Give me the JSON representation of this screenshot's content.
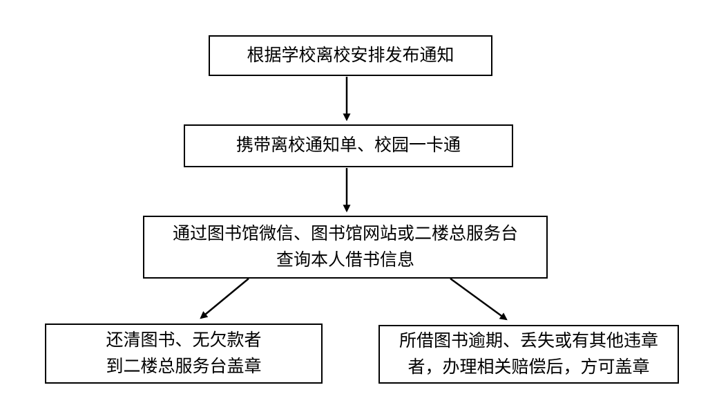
{
  "diagram": {
    "type": "flowchart",
    "background_color": "#ffffff",
    "line_color": "#000000",
    "box_border_color": "#000000",
    "text_color": "#000000",
    "nodes": [
      {
        "id": "publish-notice",
        "lines": [
          "根据学校离校安排发布通知"
        ]
      },
      {
        "id": "bring-items",
        "lines": [
          "携带离校通知单、校园一卡通"
        ]
      },
      {
        "id": "query-loans",
        "lines": [
          "通过图书馆微信、图书馆网站或二楼总服务台",
          "查询本人借书信息"
        ]
      },
      {
        "id": "stamp-cleared",
        "lines": [
          "还清图书、无欠款者",
          "到二楼总服务台盖章"
        ]
      },
      {
        "id": "settle-compensation",
        "lines": [
          "所借图书逾期、丢失或有其他违章",
          "者，办理相关赔偿后，方可盖章"
        ]
      }
    ],
    "edges": [
      {
        "from": "publish-notice",
        "to": "bring-items"
      },
      {
        "from": "bring-items",
        "to": "query-loans"
      },
      {
        "from": "query-loans",
        "to": "stamp-cleared"
      },
      {
        "from": "query-loans",
        "to": "settle-compensation"
      }
    ]
  }
}
